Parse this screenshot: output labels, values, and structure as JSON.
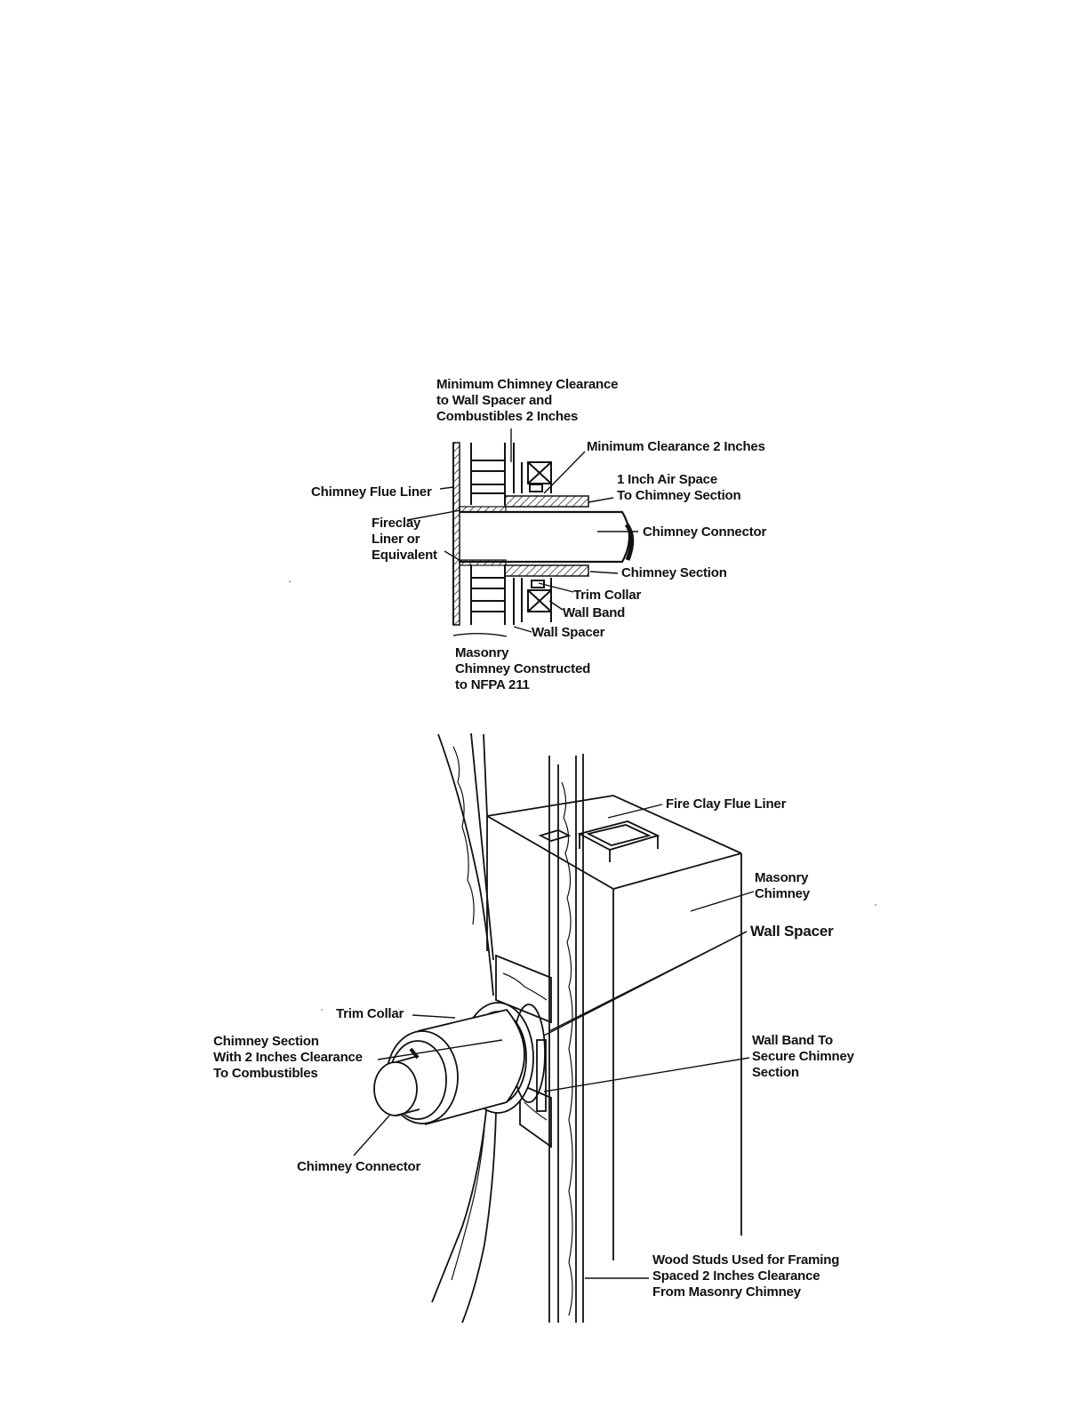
{
  "top_diagram": {
    "min_chimney_clearance": "Minimum Chimney Clearance\nto Wall Spacer and\nCombustibles 2 Inches",
    "min_clearance": "Minimum Clearance 2 Inches",
    "air_space": "1 Inch Air Space\nTo Chimney Section",
    "chimney_flue_liner": "Chimney Flue Liner",
    "fireclay_liner": "Fireclay\nLiner or\nEquivalent",
    "chimney_connector": "Chimney Connector",
    "chimney_section": "Chimney Section",
    "trim_collar": "Trim Collar",
    "wall_band": "Wall Band",
    "wall_spacer": "Wall Spacer",
    "masonry_chimney": "Masonry\nChimney Constructed\nto NFPA 211"
  },
  "bottom_diagram": {
    "fire_clay_flue_liner": "Fire Clay Flue Liner",
    "masonry_chimney": "Masonry\nChimney",
    "wall_spacer": "Wall Spacer",
    "trim_collar": "Trim Collar",
    "chimney_section": "Chimney Section\nWith 2 Inches Clearance\nTo Combustibles",
    "wall_band": "Wall Band To\nSecure Chimney\nSection",
    "chimney_connector": "Chimney Connector",
    "wood_studs": "Wood Studs Used for Framing\nSpaced 2 Inches Clearance\nFrom Masonry Chimney"
  }
}
